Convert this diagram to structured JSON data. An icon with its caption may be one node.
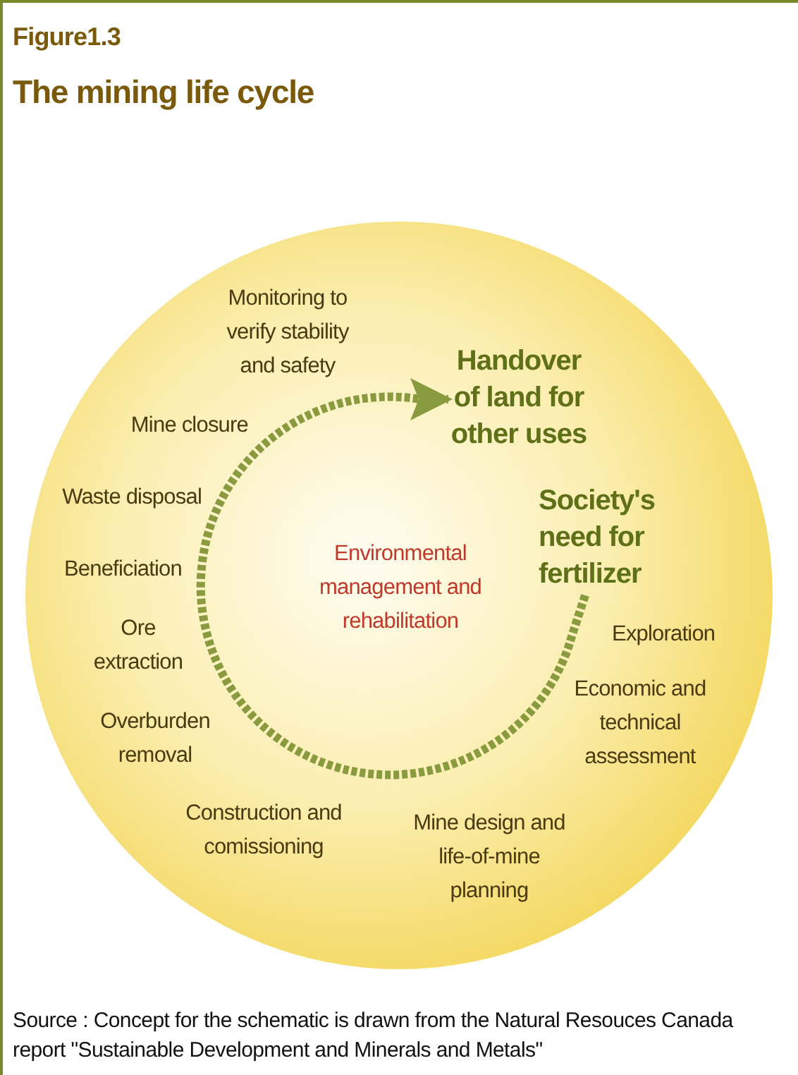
{
  "diagram": {
    "title": "The mining life cycle",
    "caption": "Source : Concept for the schematic is drawn from the Natural Resouces Canada report \"Sustainable Development and Minerals and Metals\"",
    "nodes": [
      {
        "text": [
          "Handover of land for other uses"
        ]
      },
      {
        "text": [
          "Society's need for fertilizer"
        ]
      }
    ],
    "edges": [
      {
        "from": 1,
        "to": 0,
        "arrow": "to",
        "style": "dashed"
      }
    ],
    "labels": [
      "Figure1.3",
      "Monitoring to verify stability and safety",
      "Mine closure",
      "Waste disposal",
      "Beneficiation",
      "Ore extraction",
      "Environmental management and rehabilitation",
      "Exploration",
      "Overburden removal",
      "Economic and technical assessment",
      "Construction and comissioning",
      "Mine design and life-of-mine planning"
    ]
  }
}
